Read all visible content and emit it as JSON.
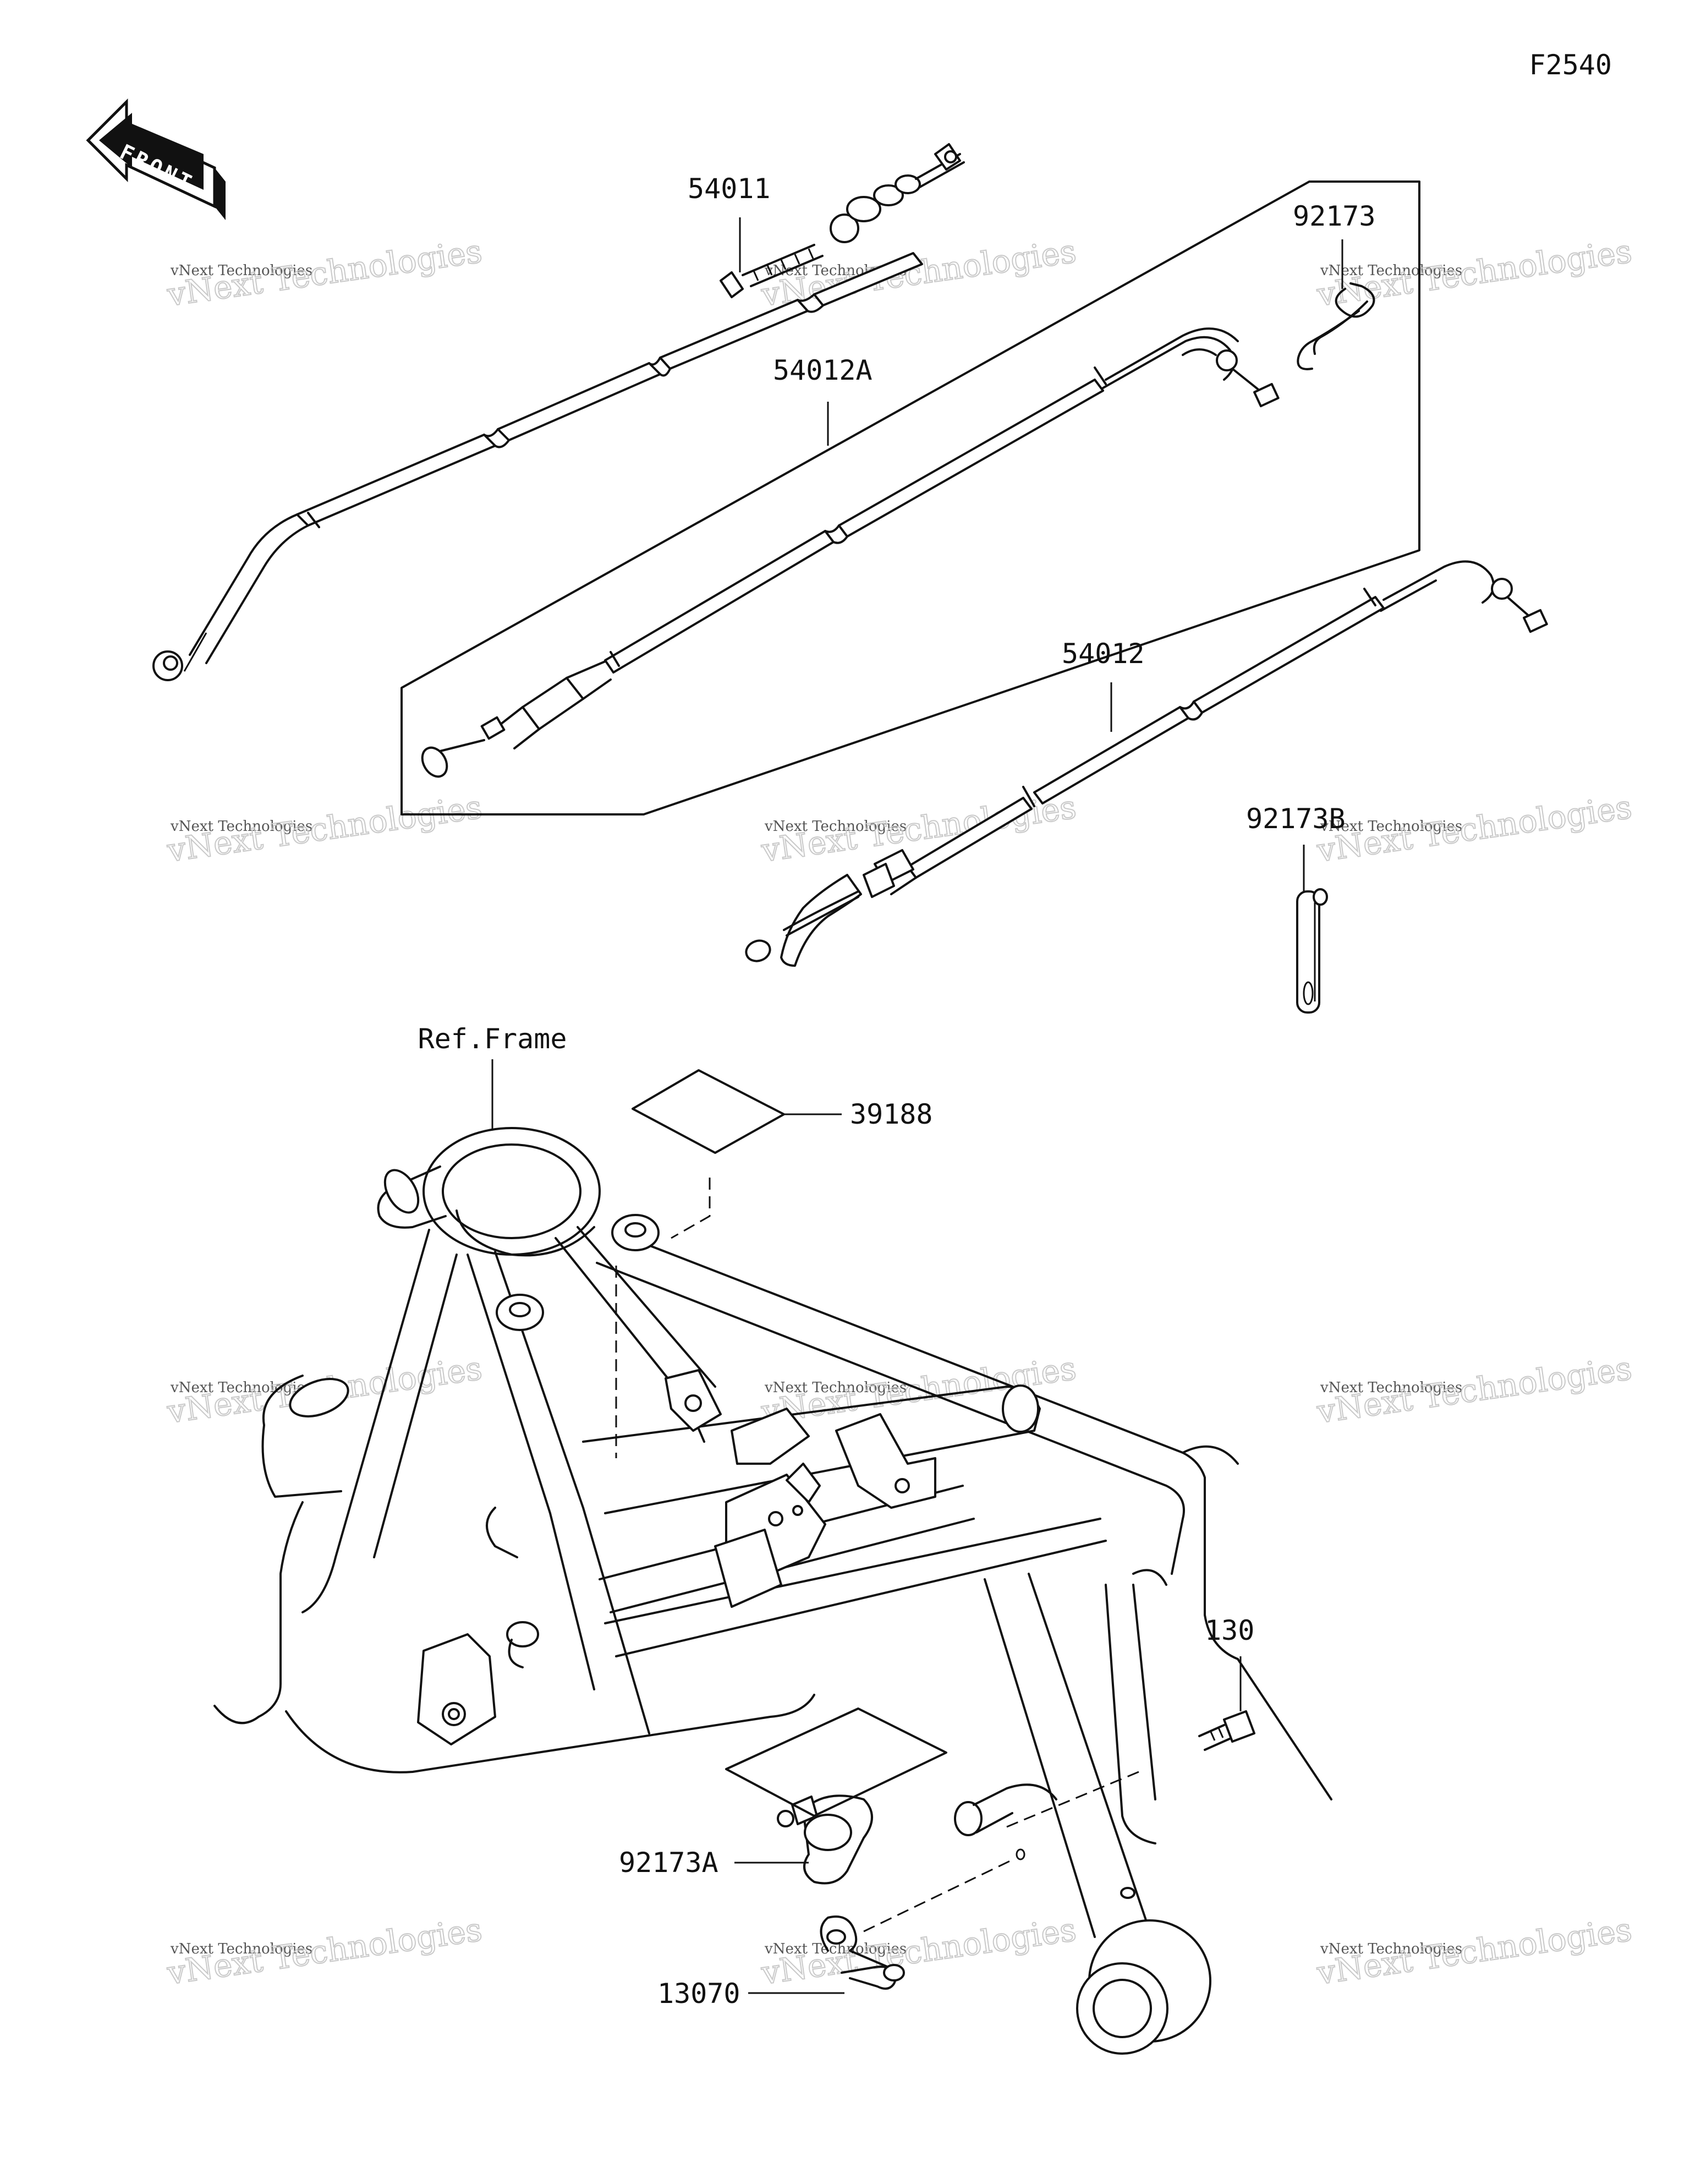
{
  "diagram_code": "F2540",
  "front_label": "FRONT",
  "parts": [
    {
      "id": "54011"
    },
    {
      "id": "54012A"
    },
    {
      "id": "92173"
    },
    {
      "id": "54012"
    },
    {
      "id": "92173B"
    },
    {
      "id": "39188"
    },
    {
      "id": "130"
    },
    {
      "id": "92173A"
    },
    {
      "id": "13070"
    }
  ],
  "ref_frame_label": "Ref.Frame",
  "watermark": {
    "line1": "vNext Technologies",
    "line2": "vNext Technologies"
  }
}
